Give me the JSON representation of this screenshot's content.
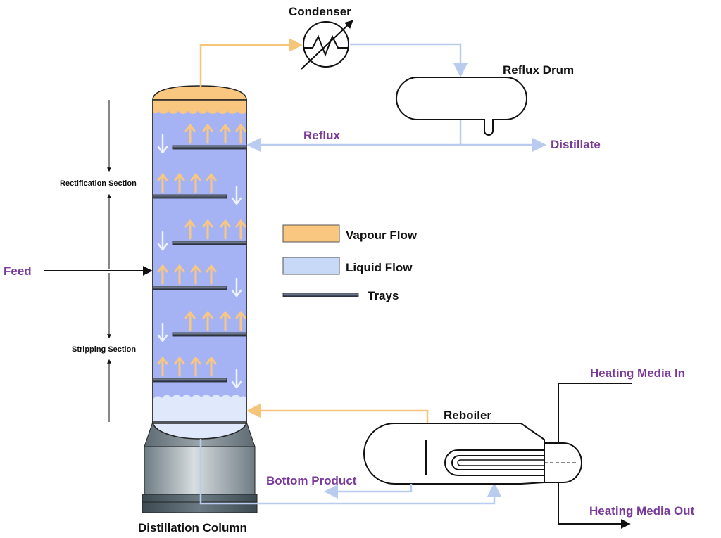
{
  "labels": {
    "condenser": "Condenser",
    "reflux_drum": "Reflux Drum",
    "reflux": "Reflux",
    "distillate": "Distillate",
    "feed": "Feed",
    "rectification": "Rectification Section",
    "stripping": "Stripping Section",
    "reboiler": "Reboiler",
    "heating_in": "Heating Media In",
    "heating_out": "Heating Media Out",
    "bottom_product": "Bottom Product",
    "column": "Distillation Column"
  },
  "legend": [
    {
      "label": "Vapour Flow",
      "kind": "vapour"
    },
    {
      "label": "Liquid Flow",
      "kind": "liquid"
    },
    {
      "label": "Trays",
      "kind": "tray"
    }
  ],
  "colors": {
    "vapour": "#f9c77f",
    "liquid": "#c7d9f7",
    "column_fill": "#a5b3f5",
    "tray": "#4a5568",
    "label_purple": "#7a3a9a",
    "vapour_line": "#f5c57a",
    "liquid_line": "#b9cbef"
  },
  "trays": {
    "count": 6
  }
}
